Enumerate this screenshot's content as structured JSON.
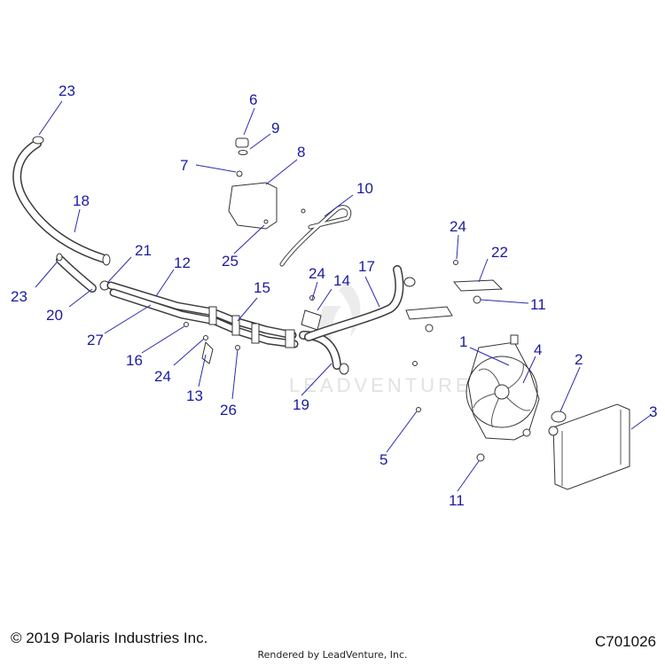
{
  "diagram": {
    "callouts": [
      "23",
      "6",
      "9",
      "7",
      "8",
      "18",
      "10",
      "24",
      "22",
      "21",
      "12",
      "23",
      "25",
      "24",
      "14",
      "17",
      "15",
      "20",
      "11",
      "27",
      "1",
      "4",
      "2",
      "16",
      "24",
      "3",
      "13",
      "26",
      "19",
      "5",
      "11"
    ],
    "watermark": "LEADVENTURE"
  },
  "footer": {
    "copyright": "© 2019 Polaris Industries Inc.",
    "rendered_by": "Rendered by LeadVenture, Inc.",
    "code": "C701026"
  }
}
